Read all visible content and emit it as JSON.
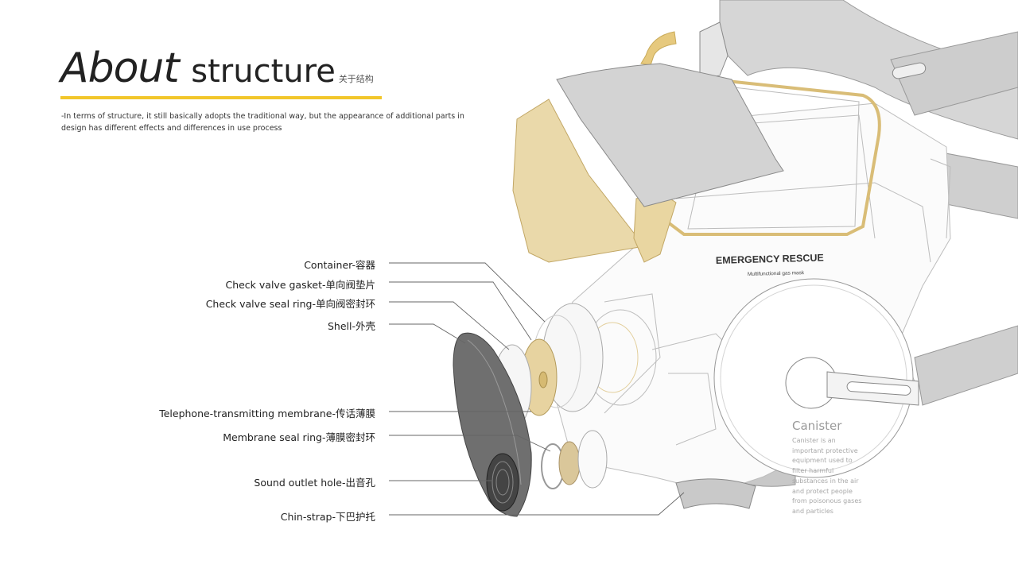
{
  "title": {
    "main_part1": "About",
    "main_part2": "structure",
    "cn": "关于结构"
  },
  "intro": "-In terms of structure, it still basically adopts the traditional way, but the appearance of additional parts in design has different effects and differences in use process",
  "callouts": [
    {
      "label": "Container-容器"
    },
    {
      "label": "Check valve gasket-单向阀垫片"
    },
    {
      "label": "Check valve seal ring-单向阀密封环"
    },
    {
      "label": "Shell-外壳"
    },
    {
      "label": "Telephone-transmitting membrane-传话薄膜"
    },
    {
      "label": "Membrane  seal ring-薄膜密封环"
    },
    {
      "label": "Sound outlet hole-出音孔"
    },
    {
      "label": "Chin-strap-下巴护托"
    }
  ],
  "mask": {
    "brand": "EMERGENCY RESCUE",
    "sub": "Multifunctional gas mask"
  },
  "canister": {
    "title": "Canister",
    "desc": "Canister is an important protective equipment used to filter harmful substances in the air and protect people from poisonous gases and particles"
  },
  "colors": {
    "accent": "#f2c62a",
    "tan": "#e3cf9c",
    "grey_strap": "#cfcfcf",
    "dark_membrane": "#6f6f6f"
  }
}
